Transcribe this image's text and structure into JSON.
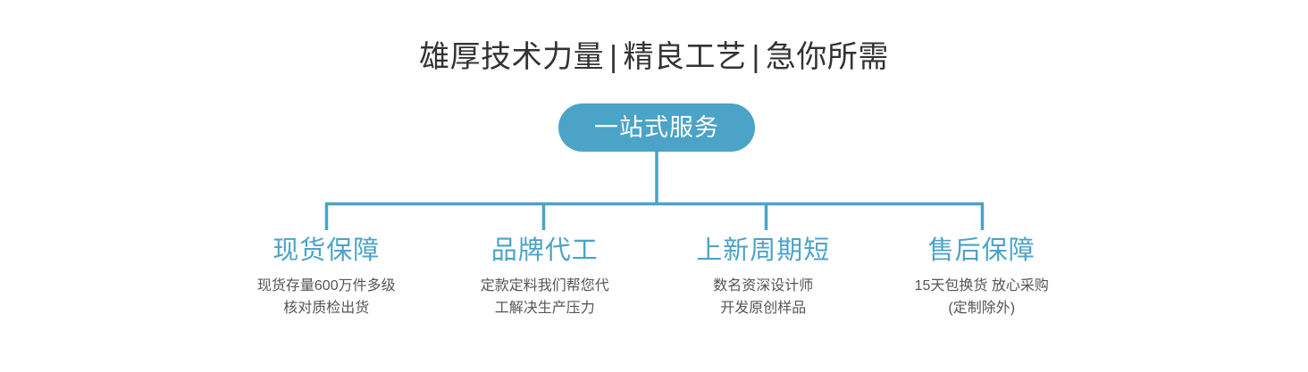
{
  "headline": {
    "parts": [
      "雄厚技术力量",
      "精良工艺",
      "急你所需"
    ],
    "separator": "|",
    "full": "雄厚技术力量 | 精良工艺 | 急你所需"
  },
  "center_badge": {
    "label": "一站式服务"
  },
  "colors": {
    "accent_blue": "#4ba3c7",
    "title_text": "#333333",
    "body_text": "#555555",
    "badge_text": "#ffffff",
    "background": "#ffffff"
  },
  "columns": [
    {
      "title": "现货保障",
      "desc_lines": [
        "现货存量600万件多级",
        "核对质检出货"
      ]
    },
    {
      "title": "品牌代工",
      "desc_lines": [
        "定款定料我们帮您代",
        "工解决生产压力"
      ]
    },
    {
      "title": "上新周期短",
      "desc_lines": [
        "数名资深设计师",
        "开发原创样品"
      ]
    },
    {
      "title": "售后保障",
      "desc_lines": [
        "15天包换货 放心采购",
        "(定制除外)"
      ]
    }
  ]
}
